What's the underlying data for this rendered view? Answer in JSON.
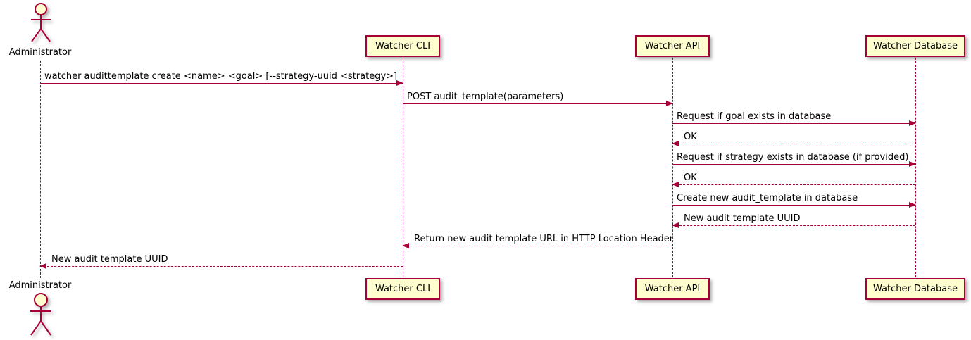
{
  "diagram": {
    "type": "uml-sequence-diagram",
    "colors": {
      "border": "#A80036",
      "arrow": "#A80036",
      "participant_fill": "#FEFECE",
      "text": "#000000",
      "background": "#ffffff"
    },
    "actor": {
      "name": "Administrator"
    },
    "participants": [
      {
        "name": "Watcher CLI"
      },
      {
        "name": "Watcher API"
      },
      {
        "name": "Watcher Database"
      }
    ],
    "messages": [
      {
        "from": "Administrator",
        "to": "Watcher CLI",
        "line": "solid",
        "text": "watcher audittemplate create <name> <goal> [--strategy-uuid <strategy>]"
      },
      {
        "from": "Watcher CLI",
        "to": "Watcher API",
        "line": "solid",
        "text": "POST audit_template(parameters)"
      },
      {
        "from": "Watcher API",
        "to": "Watcher Database",
        "line": "solid",
        "text": "Request if goal exists in database"
      },
      {
        "from": "Watcher Database",
        "to": "Watcher API",
        "line": "dashed",
        "text": "OK"
      },
      {
        "from": "Watcher API",
        "to": "Watcher Database",
        "line": "solid",
        "text": "Request if strategy exists in database (if provided)"
      },
      {
        "from": "Watcher Database",
        "to": "Watcher API",
        "line": "dashed",
        "text": "OK"
      },
      {
        "from": "Watcher API",
        "to": "Watcher Database",
        "line": "solid",
        "text": "Create new audit_template in database"
      },
      {
        "from": "Watcher Database",
        "to": "Watcher API",
        "line": "dashed",
        "text": "New audit template UUID"
      },
      {
        "from": "Watcher API",
        "to": "Watcher CLI",
        "line": "dashed",
        "text": "Return new audit template URL in HTTP Location Header"
      },
      {
        "from": "Watcher CLI",
        "to": "Administrator",
        "line": "dashed",
        "text": "New audit template UUID"
      }
    ]
  }
}
